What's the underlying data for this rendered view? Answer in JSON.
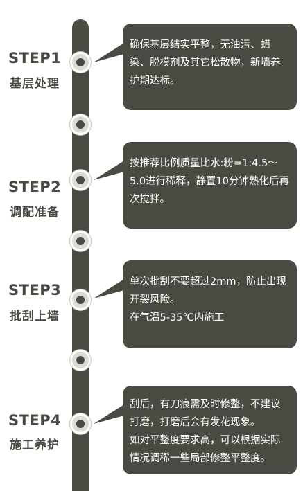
{
  "steps": [
    {
      "title": "STEP1",
      "subtitle": "基层处理",
      "lines": [
        "确保基层结实平整，无油污、蜡染、脱模剂及其它松散物，新墙养护期达标。"
      ]
    },
    {
      "title": "STEP2",
      "subtitle": "调配准备",
      "lines": [
        "按推荐比例质量比水:粉=1:4.5～5.0进行稀释，静置10分钟熟化后再次搅拌。"
      ]
    },
    {
      "title": "STEP3",
      "subtitle": "批刮上墙",
      "lines": [
        "单次批刮不要超过2mm，防止出现开裂风险。",
        "在气温5-35℃内施工"
      ]
    },
    {
      "title": "STEP4",
      "subtitle": "施工养护",
      "lines": [
        "刮后，有刀痕需及时修整，不建议打磨，打磨后会有发花现象。",
        "如对平整度要求高，可以根据实际情况调稀一些局部修整平整度。"
      ]
    }
  ],
  "colors": {
    "dark": "#4b4a42",
    "node_fill": "#dcdcd6",
    "text_on_dark": "#ffffff"
  }
}
